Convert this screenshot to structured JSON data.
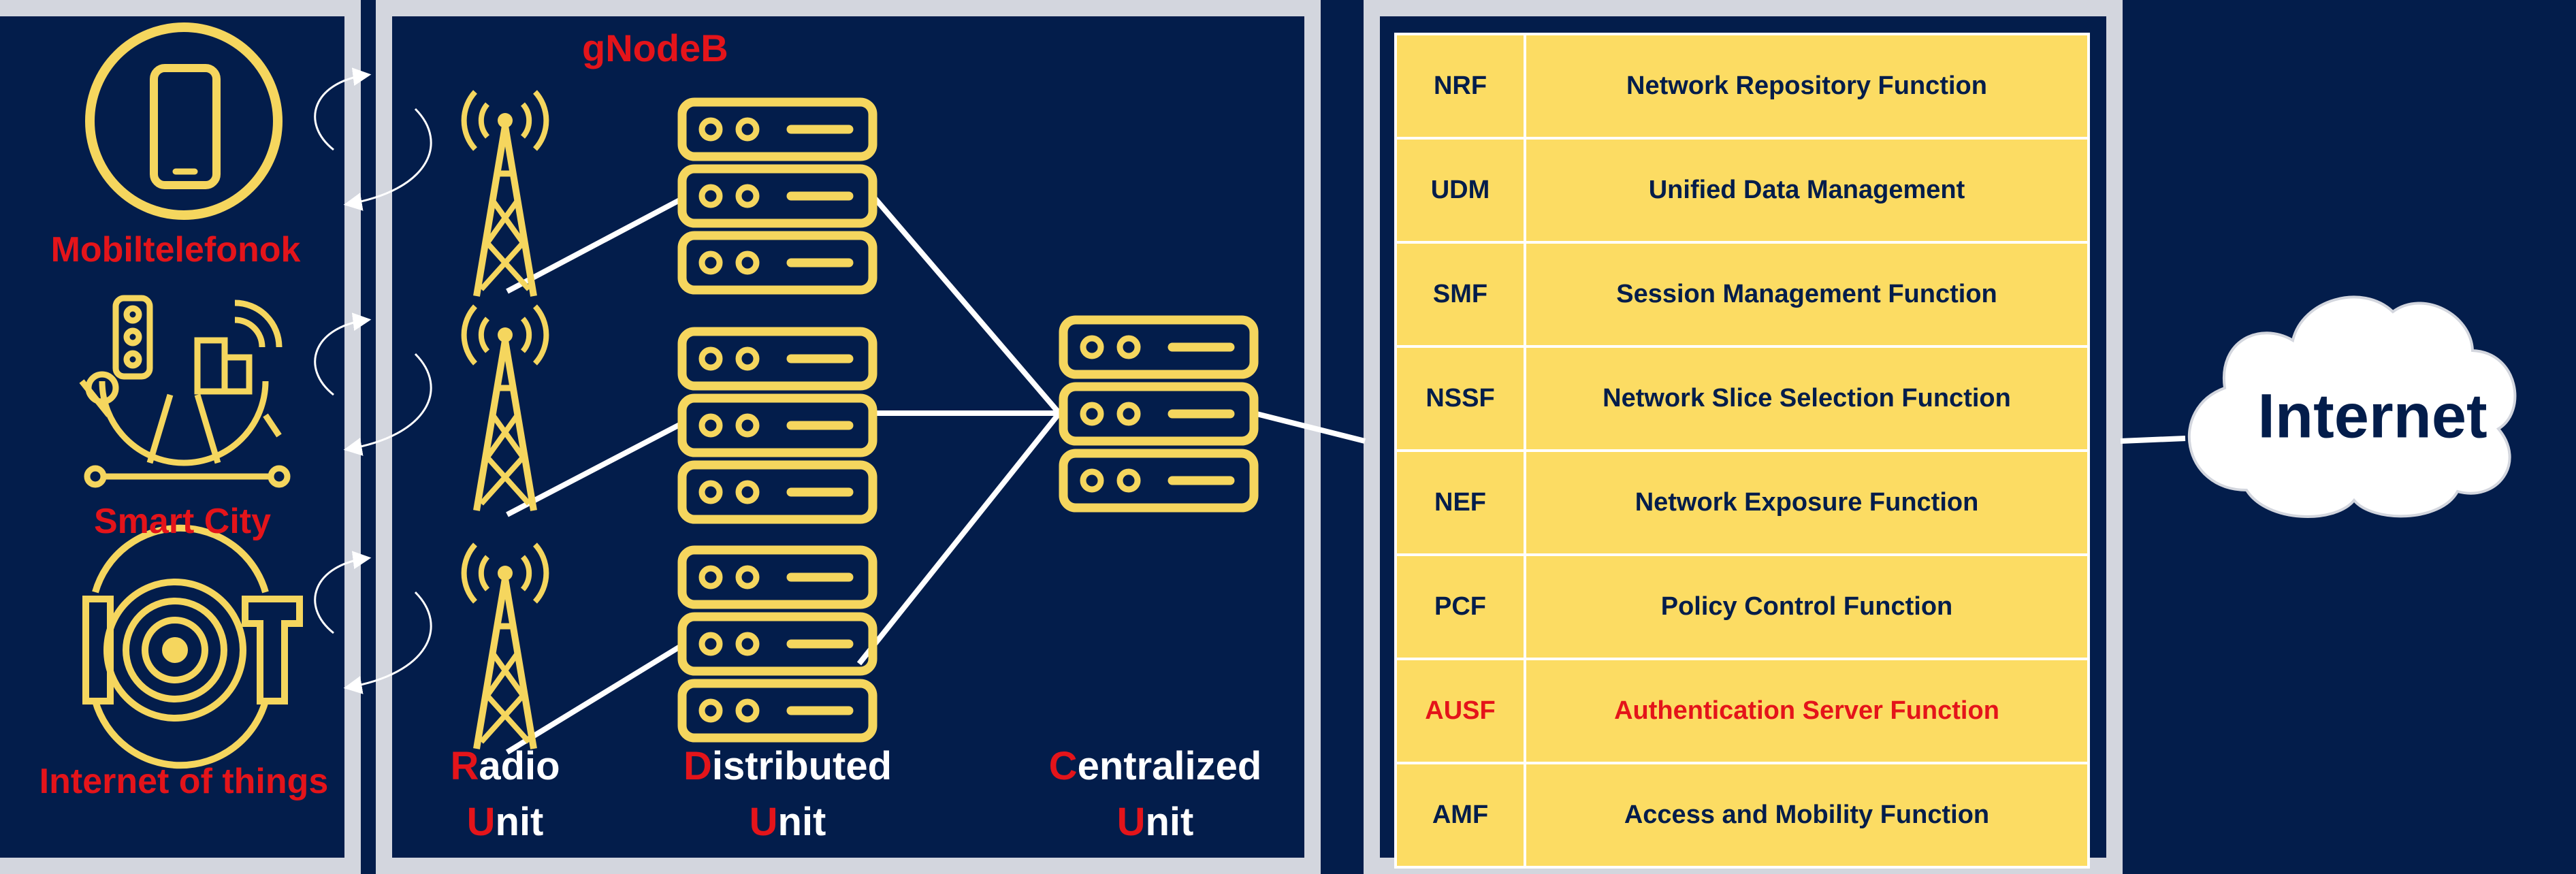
{
  "colors": {
    "background": "#031d4b",
    "panel_border": "#d3d6de",
    "accent_yellow": "#f5d65e",
    "red": "#e4141a",
    "table_fill": "#fcdc63"
  },
  "devices": [
    {
      "label": "Mobiltelefonok",
      "icon": "smartphone-icon"
    },
    {
      "label": "Smart City",
      "icon": "smart-city-icon"
    },
    {
      "label": "Internet of things",
      "icon": "iot-icon"
    }
  ],
  "gnodeb": {
    "title": "gNodeB",
    "radio_unit": {
      "initial": "R",
      "rest": "adio",
      "line2_initial": "U",
      "line2_rest": "nit"
    },
    "distributed_unit": {
      "initial": "D",
      "rest": "istributed",
      "line2_initial": "U",
      "line2_rest": "nit"
    },
    "centralized_unit": {
      "initial": "C",
      "rest": "entralized",
      "line2_initial": "U",
      "line2_rest": "nit"
    }
  },
  "core_functions": [
    {
      "abbr": "NRF",
      "name": "Network Repository Function"
    },
    {
      "abbr": "UDM",
      "name": "Unified Data Management"
    },
    {
      "abbr": "SMF",
      "name": "Session Management Function"
    },
    {
      "abbr": "NSSF",
      "name": "Network Slice Selection Function"
    },
    {
      "abbr": "NEF",
      "name": "Network Exposure Function"
    },
    {
      "abbr": "PCF",
      "name": "Policy Control Function"
    },
    {
      "abbr": "AUSF",
      "name": "Authentication Server Function"
    },
    {
      "abbr": "AMF",
      "name": "Access and Mobility Function"
    }
  ],
  "internet": {
    "label": "Internet",
    "icon": "cloud-icon"
  }
}
